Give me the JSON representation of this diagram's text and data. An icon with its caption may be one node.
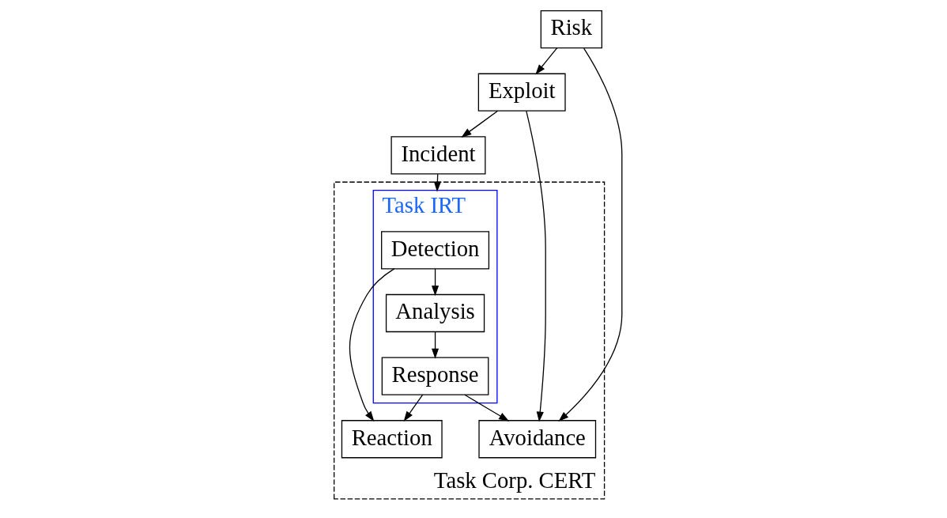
{
  "diagram": {
    "nodes": [
      {
        "text": [
          "Risk"
        ]
      },
      {
        "text": [
          "Exploit"
        ]
      },
      {
        "text": [
          "Incident"
        ]
      },
      {
        "text": [
          "Task Corp. CERT"
        ]
      },
      {
        "text": [
          "Task IRT"
        ],
        "in": 3
      },
      {
        "text": [
          "Detection"
        ],
        "in": 4
      },
      {
        "text": [
          "Analysis"
        ],
        "in": 4
      },
      {
        "text": [
          "Response"
        ],
        "in": 4
      },
      {
        "text": [
          "Avoidance"
        ],
        "in": 3
      },
      {
        "text": [
          "Reaction"
        ],
        "in": 3
      }
    ],
    "edges": [
      {
        "from": 0,
        "to": 1,
        "arrow": "to"
      },
      {
        "from": 1,
        "to": 2,
        "arrow": "to"
      },
      {
        "from": 2,
        "to": 4,
        "arrow": "to"
      },
      {
        "from": 0,
        "to": 8,
        "arrow": "to"
      },
      {
        "from": 1,
        "to": 8,
        "arrow": "to"
      },
      {
        "from": 5,
        "to": 6,
        "arrow": "to"
      },
      {
        "from": 6,
        "to": 7,
        "arrow": "to"
      },
      {
        "from": 5,
        "to": 9,
        "arrow": "to"
      },
      {
        "from": 7,
        "to": 8,
        "arrow": "to"
      },
      {
        "from": 7,
        "to": 9,
        "arrow": "to"
      }
    ]
  }
}
